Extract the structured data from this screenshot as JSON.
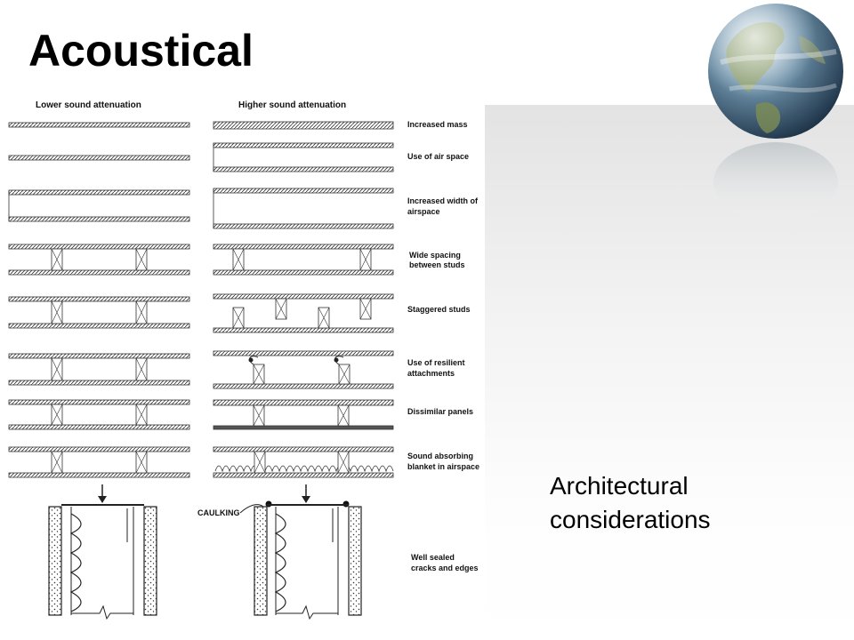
{
  "slide": {
    "title": "Acoustical",
    "subtitle_lines": [
      "Architectural",
      "considerations"
    ]
  },
  "diagram": {
    "column_headers": {
      "left": "Lower sound attenuation",
      "right": "Higher sound attenuation"
    },
    "rows": [
      {
        "label_lines": [
          "Increased mass"
        ]
      },
      {
        "label_lines": [
          "Use of air space"
        ]
      },
      {
        "label_lines": [
          "Increased width of",
          "airspace"
        ]
      },
      {
        "label_lines": [
          "Wide spacing",
          "between studs"
        ]
      },
      {
        "label_lines": [
          "Staggered studs"
        ]
      },
      {
        "label_lines": [
          "Use of resilient",
          "attachments"
        ]
      },
      {
        "label_lines": [
          "Dissimilar panels"
        ]
      },
      {
        "label_lines": [
          "Sound absorbing",
          "blanket in airspace"
        ]
      },
      {
        "label_lines": [
          "Well sealed",
          "cracks and edges"
        ]
      }
    ],
    "caulking_label": "CAULKING"
  },
  "decoration": {
    "globe": "earth-globe-icon"
  }
}
